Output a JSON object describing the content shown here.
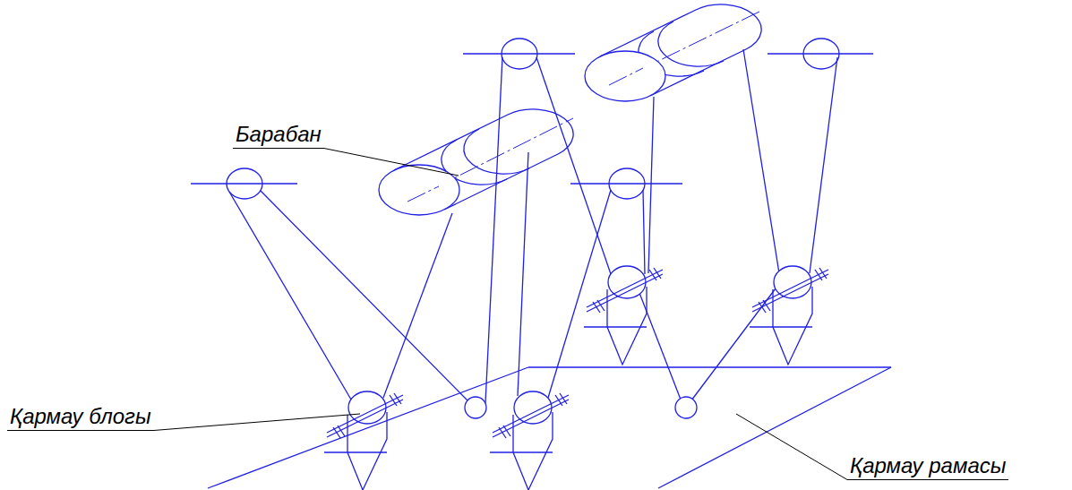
{
  "diagram": {
    "labels": [
      "Барабан",
      "Қармау блогы",
      "Қармау рамасы"
    ]
  }
}
